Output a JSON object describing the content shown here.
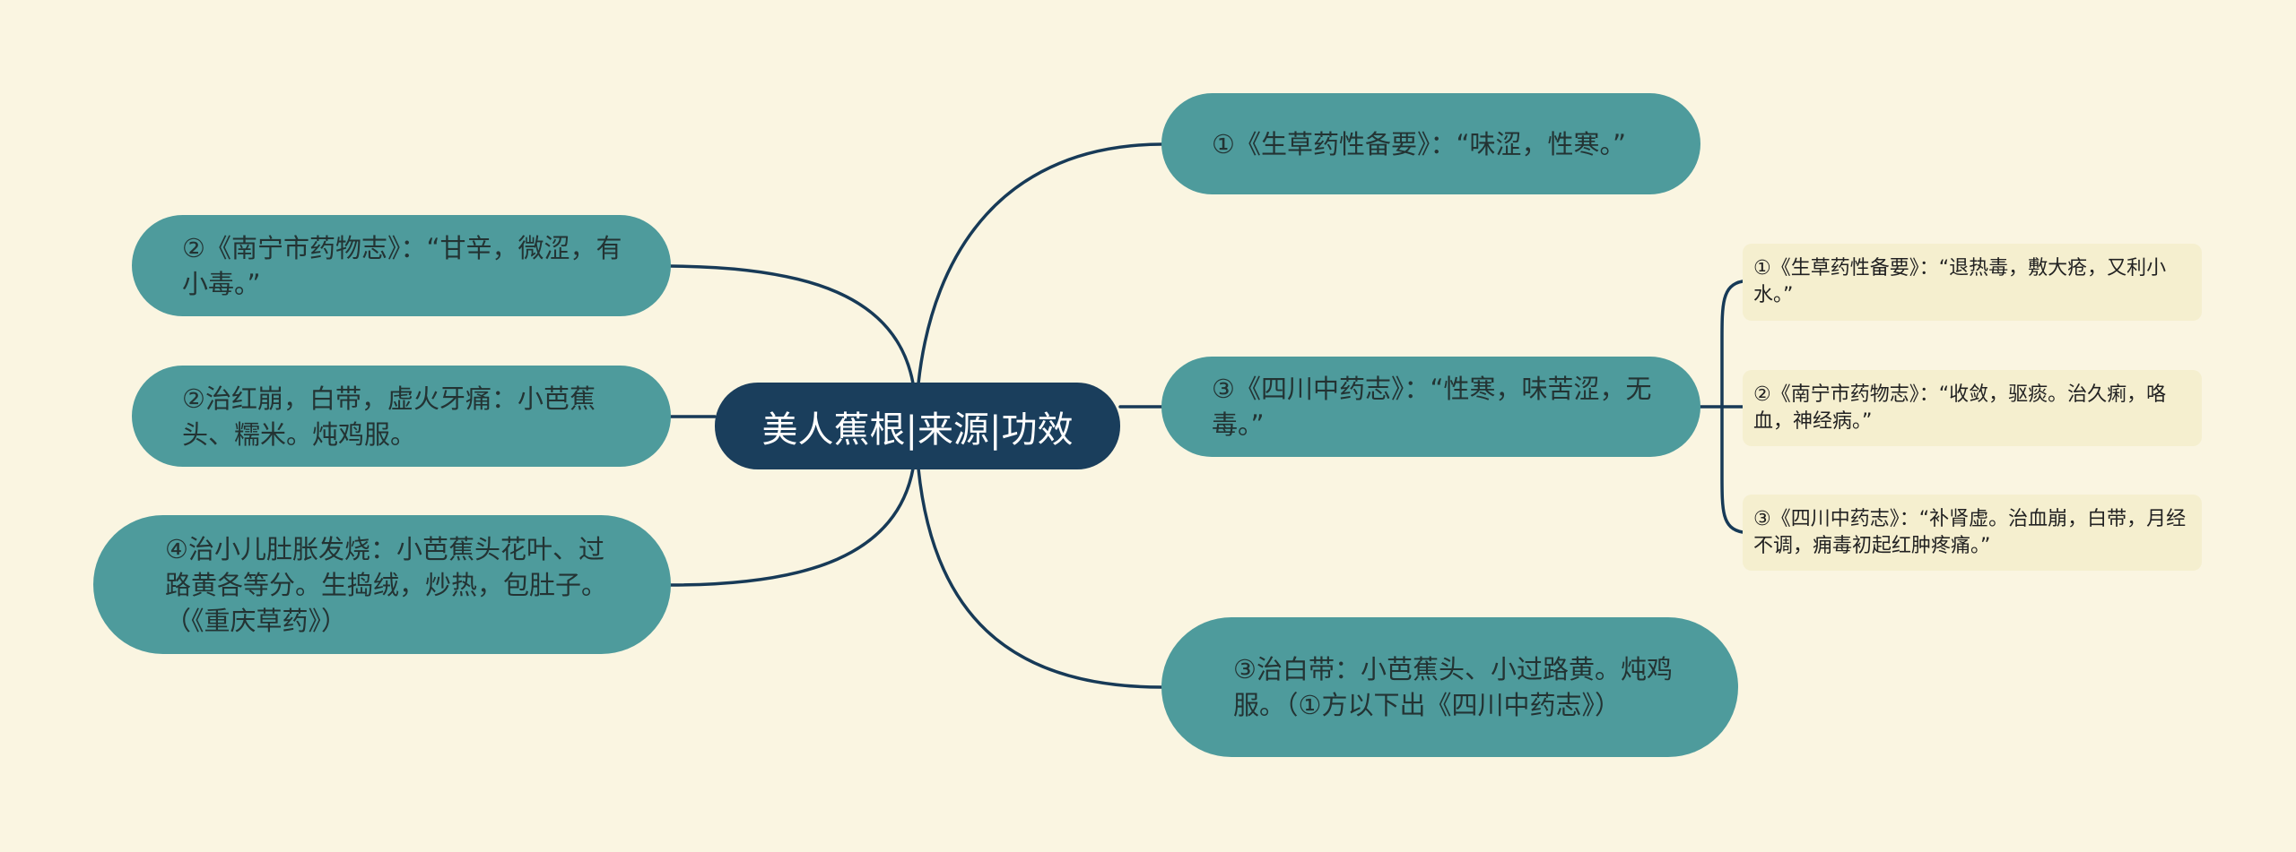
{
  "colors": {
    "background": "#FAF5E1",
    "root_fill": "#1A3E5C",
    "branch_fill": "#4E9B9C",
    "leaf_fill": "#F5EFCF",
    "connector": "#173A57"
  },
  "root": {
    "label": "美人蕉根|来源|功效"
  },
  "left_branches": [
    {
      "label": "②《南宁市药物志》：“甘辛，微涩，有小毒。”"
    },
    {
      "label": "②治红崩，白带，虚火牙痛：小芭蕉头、糯米。炖鸡服。"
    },
    {
      "label": "④治小儿肚胀发烧：小芭蕉头花叶、过路黄各等分。生捣绒，炒热，包肚子。（《重庆草药》）"
    }
  ],
  "right_branches": [
    {
      "label": "①《生草药性备要》：“味涩，性寒。”"
    },
    {
      "label": "③《四川中药志》：“性寒，味苦涩，无毒。”",
      "children": [
        {
          "label": "①《生草药性备要》：“退热毒，敷大疮，又利小水。”"
        },
        {
          "label": "②《南宁市药物志》：“收敛，驱痰。治久痢，咯血，神经病。”"
        },
        {
          "label": "③《四川中药志》：“补肾虚。治血崩，白带，月经不调，痈毒初起红肿疼痛。”"
        }
      ]
    },
    {
      "label": "③治白带：小芭蕉头、小过路黄。炖鸡服。（①方以下出《四川中药志》）"
    }
  ]
}
